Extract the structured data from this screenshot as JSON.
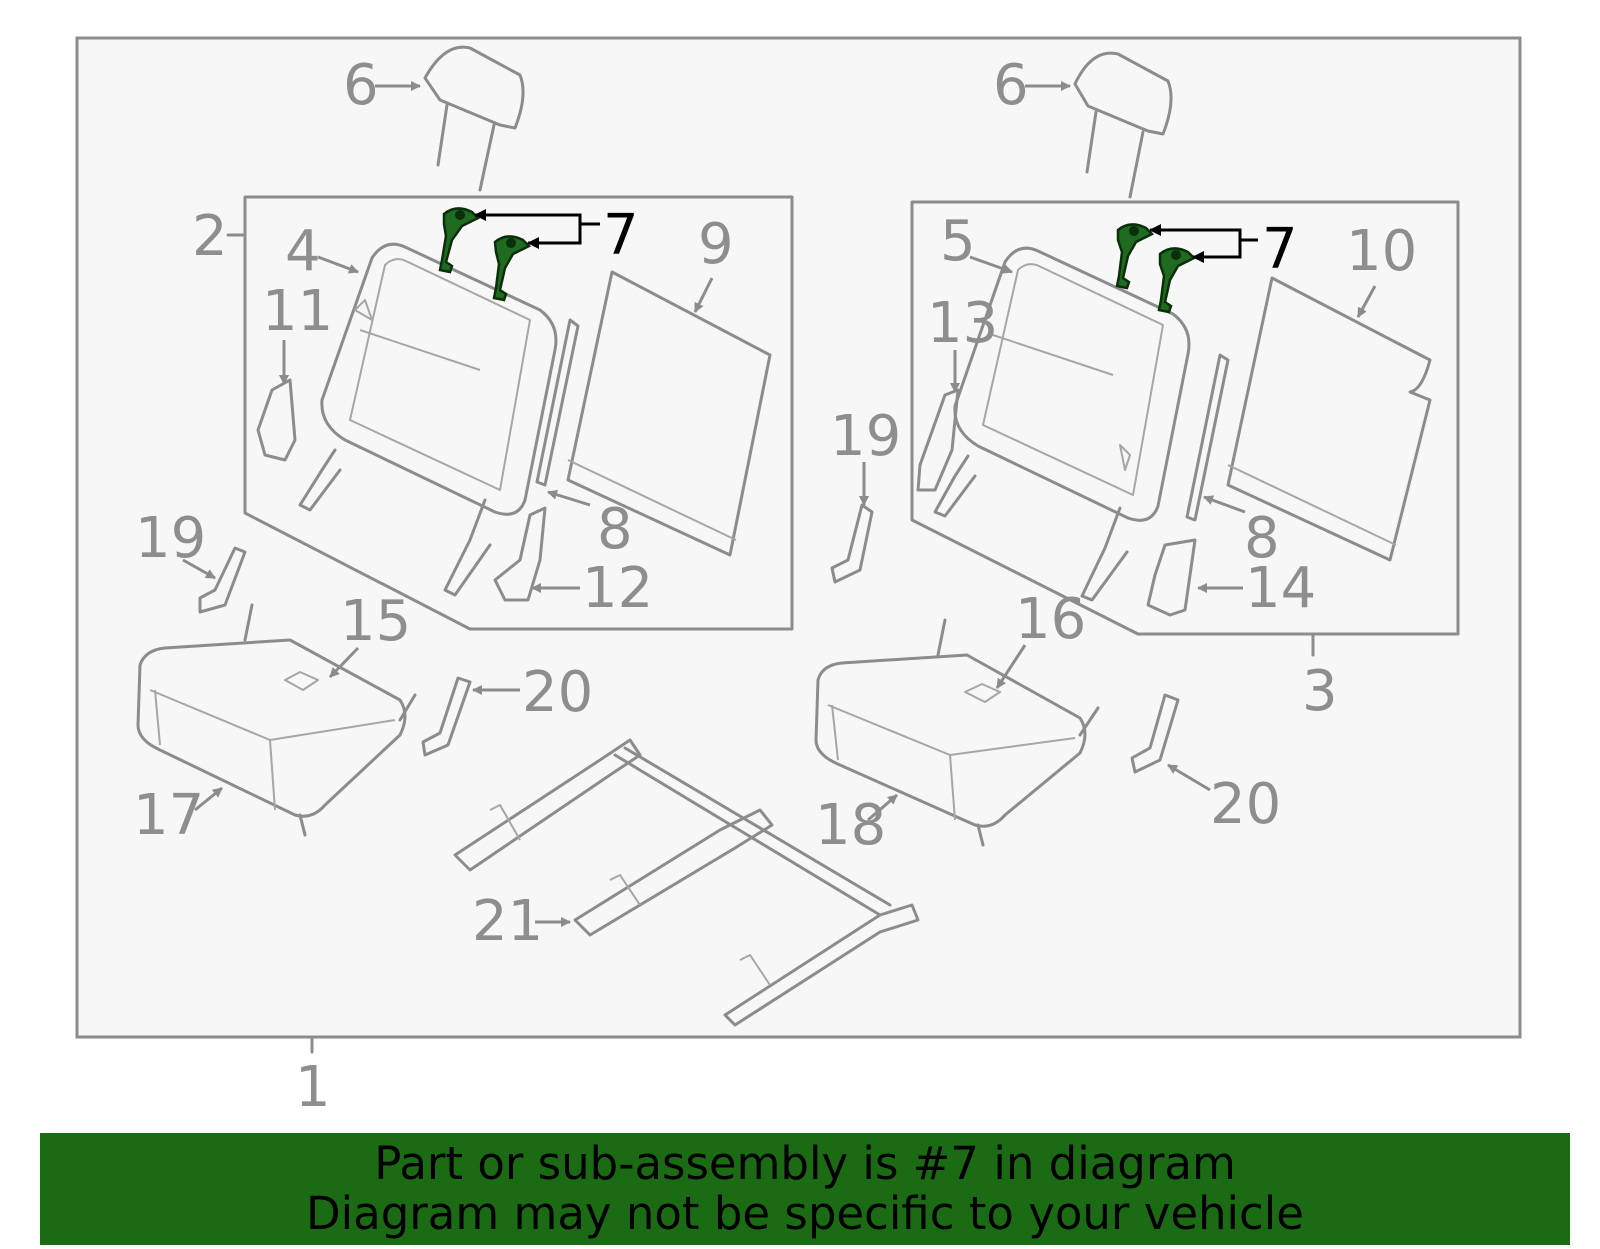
{
  "callouts": {
    "c1": "1",
    "c2": "2",
    "c3": "3",
    "c4": "4",
    "c5": "5",
    "c6a": "6",
    "c6b": "6",
    "c7a": "7",
    "c7b": "7",
    "c8a": "8",
    "c8b": "8",
    "c9": "9",
    "c10": "10",
    "c11": "11",
    "c12": "12",
    "c13": "13",
    "c14": "14",
    "c15": "15",
    "c16": "16",
    "c17": "17",
    "c18": "18",
    "c19a": "19",
    "c19b": "19",
    "c20a": "20",
    "c20b": "20",
    "c21": "21"
  },
  "highlighted_part": "7",
  "banner": {
    "line1": "Part or sub-assembly is #7 in diagram",
    "line2": "Diagram may not be specific to your vehicle"
  },
  "colors": {
    "banner_bg": "#1a6b14",
    "highlight_part": "#1f6b1f",
    "outline": "#8c8c8c",
    "panel_bg": "#f7f7f7"
  }
}
